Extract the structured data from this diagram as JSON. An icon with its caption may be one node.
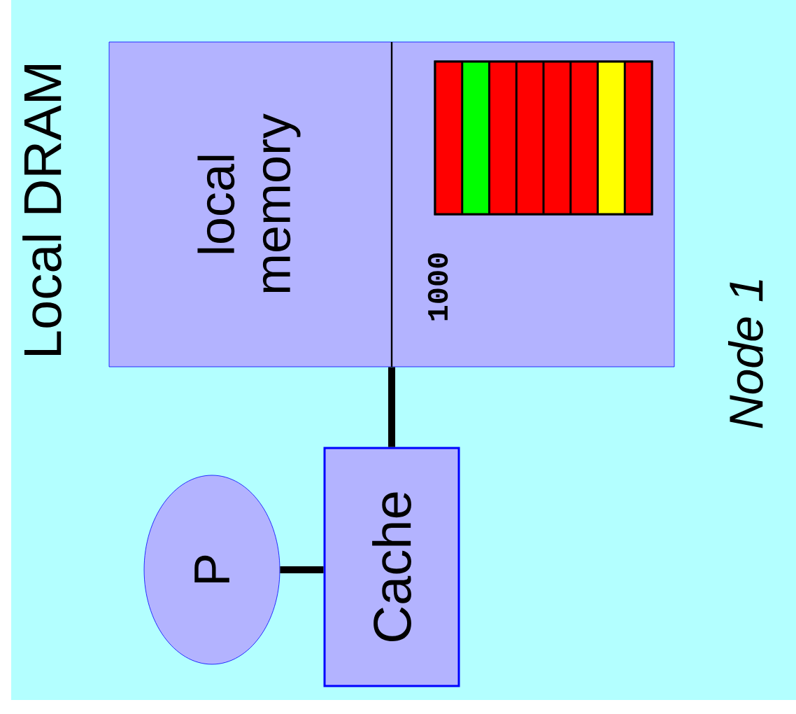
{
  "diagram": {
    "nodes": [
      {
        "text": [
          "local memory"
        ]
      },
      {
        "text": [],
        "shape": "bar",
        "in": 0
      },
      {
        "text": [
          "Cache"
        ]
      },
      {
        "text": [
          "P"
        ]
      }
    ],
    "edges": [
      {
        "from": 2,
        "to": 0,
        "arrow": "none"
      },
      {
        "from": 3,
        "to": 2,
        "arrow": "none"
      }
    ],
    "labels": [
      "Local DRAM",
      "1000",
      "Node 1"
    ]
  }
}
